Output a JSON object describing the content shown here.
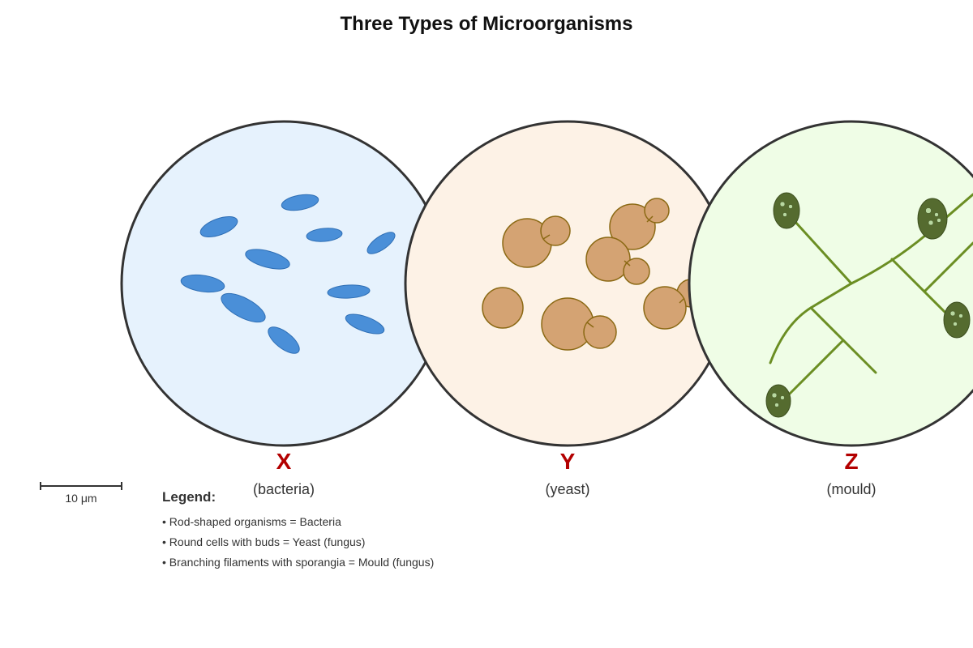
{
  "title": "Three Types of Microorganisms",
  "panels": [
    {
      "letter": "X",
      "caption": "(bacteria)",
      "fill": "#e6f2fd",
      "organism_color": "#4a8fd8"
    },
    {
      "letter": "Y",
      "caption": "(yeast)",
      "fill": "#fdf2e6",
      "organism_color": "#d4a373"
    },
    {
      "letter": "Z",
      "caption": "(mould)",
      "fill": "#effde6",
      "organism_color": "#6b8e23"
    }
  ],
  "scale_bar": {
    "label": "10 μm"
  },
  "legend": {
    "title": "Legend:",
    "items": [
      "• Rod-shaped organisms = Bacteria",
      "• Round cells with buds = Yeast (fungus)",
      "• Branching filaments with sporangia = Mould (fungus)"
    ]
  },
  "colors": {
    "circle_outline": "#333333",
    "label_red": "#b30000",
    "yeast_outline": "#8b6914",
    "sporangium": "#556b2f"
  }
}
